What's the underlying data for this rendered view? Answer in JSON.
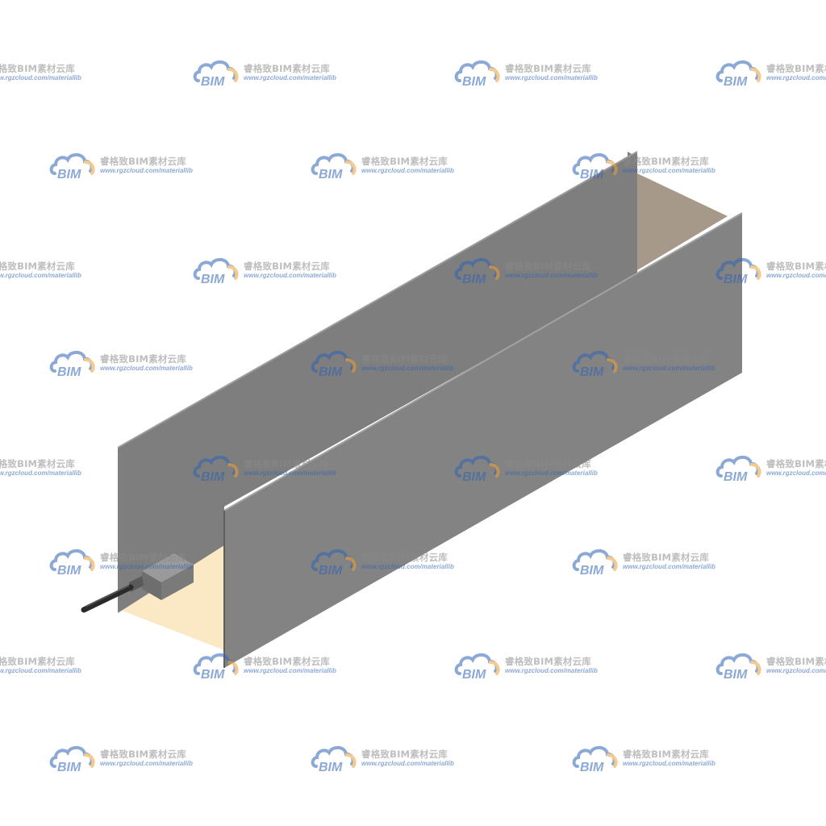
{
  "watermark": {
    "logo_text": "BIM",
    "brand_text": "睿格致BIM素材云库",
    "url_text": "www.rgzcloud.com/materiallib",
    "colors": {
      "logo_blue": "#2f63b6",
      "logo_orange": "#f0a030",
      "brand_gray": "#8a8a8a"
    }
  },
  "model": {
    "description_icon": "u-channel-trunking-with-sensor",
    "colors": {
      "wall_face": "#7f7f7f",
      "wall_edge": "#9a9a9a",
      "interior_far": "#a7998a",
      "interior_near": "#fbe8c4",
      "sensor_body": "#8e8e8e",
      "cable": "#2a2a2a"
    }
  }
}
